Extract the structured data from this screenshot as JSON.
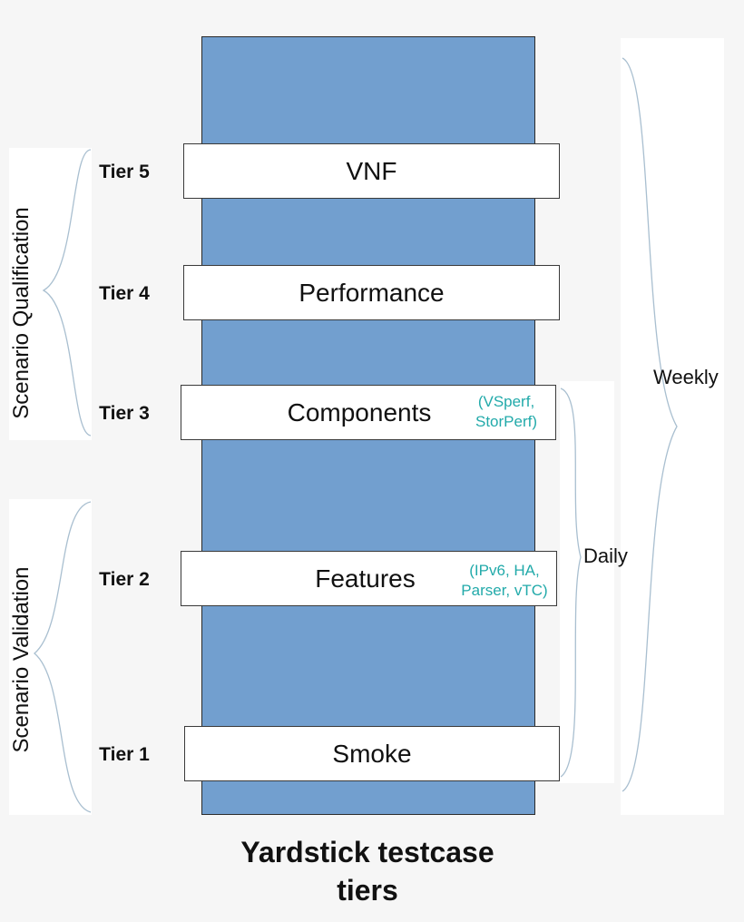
{
  "diagram": {
    "title_line1": "Yardstick testcase",
    "title_line2": "tiers",
    "tiers": [
      {
        "label": "Tier 5",
        "name": "VNF"
      },
      {
        "label": "Tier 4",
        "name": "Performance"
      },
      {
        "label": "Tier 3",
        "name": "Components",
        "note_line1": "(VSperf,",
        "note_line2": "StorPerf)"
      },
      {
        "label": "Tier 2",
        "name": "Features",
        "note_line1": "(IPv6, HA,",
        "note_line2": "Parser, vTC)"
      },
      {
        "label": "Tier 1",
        "name": "Smoke"
      }
    ],
    "groups": {
      "scenario_qualification": "Scenario Qualification",
      "scenario_validation": "Scenario Validation",
      "daily": "Daily",
      "weekly": "Weekly"
    },
    "colors": {
      "column": "#729fcf",
      "note": "#22aaaa",
      "brace": "#a9bfd0"
    }
  }
}
